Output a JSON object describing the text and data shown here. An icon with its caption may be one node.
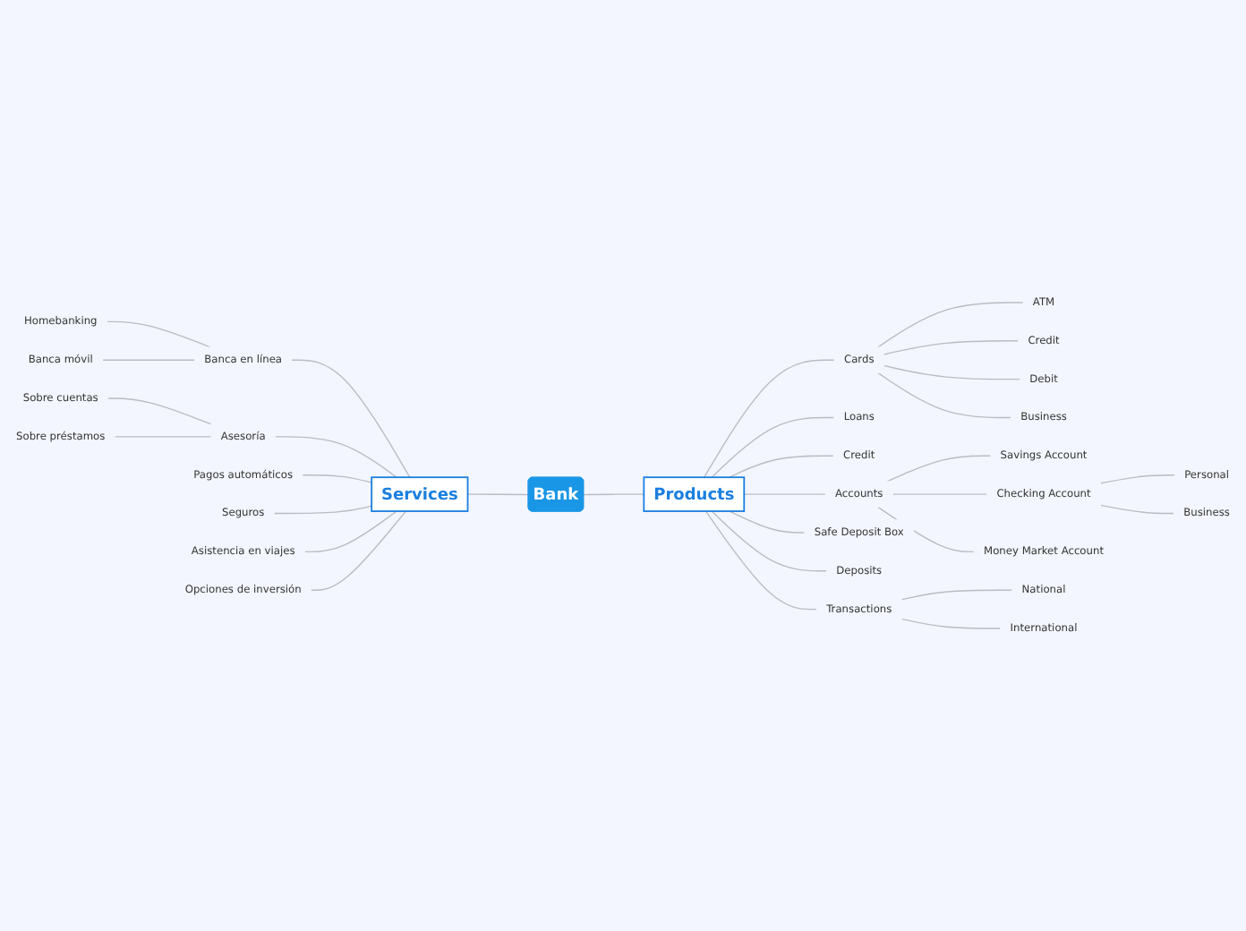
{
  "diagram": {
    "nodes": [
      {
        "text": [
          "Bank"
        ]
      },
      {
        "text": [
          "Services"
        ]
      },
      {
        "text": [
          "Banca en línea"
        ]
      },
      {
        "text": [
          "Homebanking"
        ]
      },
      {
        "text": [
          "Banca móvil"
        ]
      },
      {
        "text": [
          "Asesoría"
        ]
      },
      {
        "text": [
          "Sobre cuentas"
        ]
      },
      {
        "text": [
          "Sobre préstamos"
        ]
      },
      {
        "text": [
          "Pagos automáticos"
        ]
      },
      {
        "text": [
          "Seguros"
        ]
      },
      {
        "text": [
          "Asistencia en viajes"
        ]
      },
      {
        "text": [
          "Opciones de inversión"
        ]
      },
      {
        "text": [
          "Products"
        ]
      },
      {
        "text": [
          "Cards"
        ]
      },
      {
        "text": [
          "ATM"
        ]
      },
      {
        "text": [
          "Credit"
        ]
      },
      {
        "text": [
          "Debit"
        ]
      },
      {
        "text": [
          "Business"
        ]
      },
      {
        "text": [
          "Loans"
        ]
      },
      {
        "text": [
          "Credit"
        ]
      },
      {
        "text": [
          "Accounts"
        ]
      },
      {
        "text": [
          "Savings Account"
        ]
      },
      {
        "text": [
          "Checking Account"
        ]
      },
      {
        "text": [
          "Personal"
        ]
      },
      {
        "text": [
          "Business"
        ]
      },
      {
        "text": [
          "Money Market Account"
        ]
      },
      {
        "text": [
          "Safe Deposit Box"
        ]
      },
      {
        "text": [
          "Deposits"
        ]
      },
      {
        "text": [
          "Transactions"
        ]
      },
      {
        "text": [
          "National"
        ]
      },
      {
        "text": [
          "International"
        ]
      }
    ],
    "edges": [
      {
        "from": 0,
        "to": 1,
        "arrow": "none"
      },
      {
        "from": 1,
        "to": 2,
        "arrow": "none"
      },
      {
        "from": 2,
        "to": 3,
        "arrow": "none"
      },
      {
        "from": 2,
        "to": 4,
        "arrow": "none"
      },
      {
        "from": 1,
        "to": 5,
        "arrow": "none"
      },
      {
        "from": 5,
        "to": 6,
        "arrow": "none"
      },
      {
        "from": 5,
        "to": 7,
        "arrow": "none"
      },
      {
        "from": 1,
        "to": 8,
        "arrow": "none"
      },
      {
        "from": 1,
        "to": 9,
        "arrow": "none"
      },
      {
        "from": 1,
        "to": 10,
        "arrow": "none"
      },
      {
        "from": 1,
        "to": 11,
        "arrow": "none"
      },
      {
        "from": 0,
        "to": 12,
        "arrow": "none"
      },
      {
        "from": 12,
        "to": 13,
        "arrow": "none"
      },
      {
        "from": 13,
        "to": 14,
        "arrow": "none"
      },
      {
        "from": 13,
        "to": 15,
        "arrow": "none"
      },
      {
        "from": 13,
        "to": 16,
        "arrow": "none"
      },
      {
        "from": 13,
        "to": 17,
        "arrow": "none"
      },
      {
        "from": 12,
        "to": 18,
        "arrow": "none"
      },
      {
        "from": 12,
        "to": 19,
        "arrow": "none"
      },
      {
        "from": 12,
        "to": 20,
        "arrow": "none"
      },
      {
        "from": 20,
        "to": 21,
        "arrow": "none"
      },
      {
        "from": 20,
        "to": 22,
        "arrow": "none"
      },
      {
        "from": 22,
        "to": 23,
        "arrow": "none"
      },
      {
        "from": 22,
        "to": 24,
        "arrow": "none"
      },
      {
        "from": 20,
        "to": 25,
        "arrow": "none"
      },
      {
        "from": 12,
        "to": 26,
        "arrow": "none"
      },
      {
        "from": 12,
        "to": 27,
        "arrow": "none"
      },
      {
        "from": 12,
        "to": 28,
        "arrow": "none"
      },
      {
        "from": 28,
        "to": 29,
        "arrow": "none"
      },
      {
        "from": 28,
        "to": 30,
        "arrow": "none"
      }
    ]
  }
}
